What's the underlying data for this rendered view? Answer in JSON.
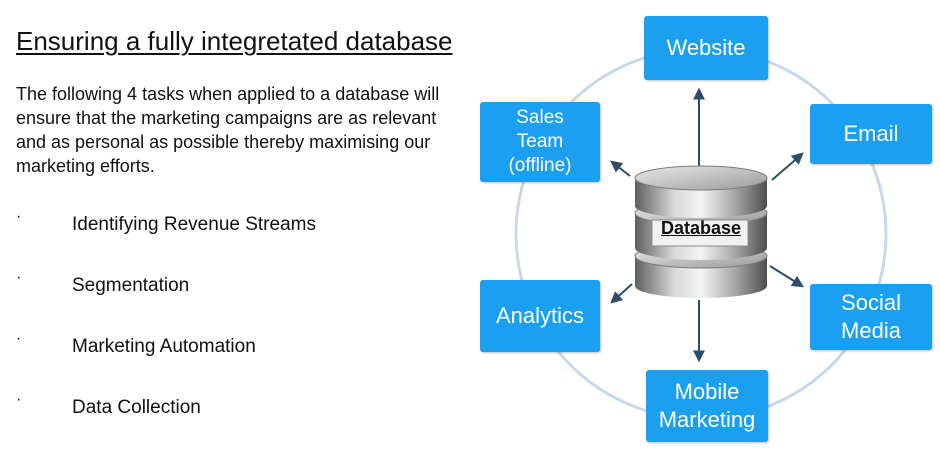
{
  "title": "Ensuring a fully integretated database",
  "intro": "The following 4 tasks when applied to a database will ensure that the marketing campaigns are as relevant and as personal as possible thereby maximising our marketing efforts.",
  "bullet_glyph": "·",
  "tasks": [
    "Identifying Revenue Streams",
    "Segmentation",
    "Marketing Automation",
    "Data Collection"
  ],
  "diagram": {
    "center": "Database",
    "nodes": {
      "website": "Website",
      "email": "Email",
      "social": [
        "Social",
        "Media"
      ],
      "mobile": [
        "Mobile",
        "Marketing"
      ],
      "analytics": "Analytics",
      "sales": [
        "Sales",
        "Team",
        "(offline)"
      ]
    },
    "colors": {
      "node": "#1a9ff1",
      "ring": "#c6d8ea",
      "arrow": "#2f4d66"
    }
  }
}
